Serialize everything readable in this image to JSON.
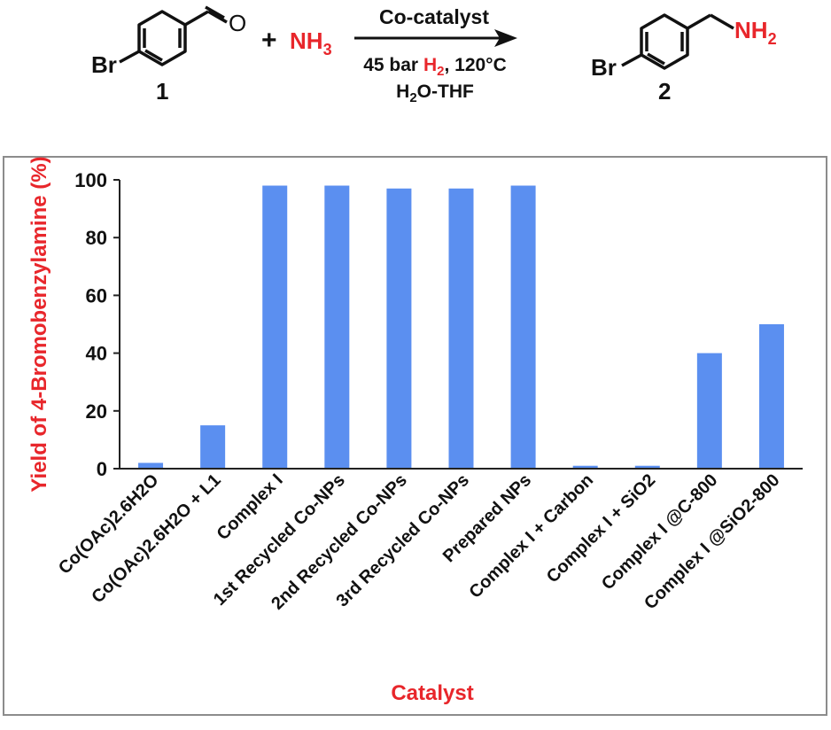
{
  "scheme": {
    "substrate_label": "1",
    "substrate_br": "Br",
    "substrate_o": "O",
    "plus": "+",
    "reagent_nh": "NH",
    "reagent_sub": "3",
    "arrow_top": "Co-catalyst",
    "cond_pre": "45 bar ",
    "cond_h": "H",
    "cond_h_sub": "2",
    "cond_post": ", 120°C",
    "solvent_h": "H",
    "solvent_sub": "2",
    "solvent_rest": "O-THF",
    "product_br": "Br",
    "product_nh": "NH",
    "product_sub": "2",
    "product_label": "2"
  },
  "colors": {
    "bar": "#5b8ff0",
    "accent_red": "#e8262b",
    "text": "#111111",
    "frame": "#8c8c8c"
  },
  "chart_data": {
    "type": "bar",
    "categories": [
      "Co(OAc)2.6H2O",
      "Co(OAc)2.6H2O + L1",
      "Complex I",
      "1st Recycled Co-NPs",
      "2nd Recycled Co-NPs",
      "3rd Recycled Co-NPs",
      "Prepared NPs",
      "Complex I + Carbon",
      "Complex I + SiO2",
      "Complex I @C-800",
      "Complex I @SiO2-800"
    ],
    "values": [
      2,
      15,
      98,
      98,
      97,
      97,
      98,
      1,
      1,
      40,
      50
    ],
    "xlabel": "Catalyst",
    "ylabel": "Yield of 4-Bromobenzylamine (%)",
    "ylim": [
      0,
      100
    ],
    "yticks": [
      "0",
      "20",
      "40",
      "60",
      "80",
      "100"
    ],
    "grid": false,
    "legend": "none"
  }
}
